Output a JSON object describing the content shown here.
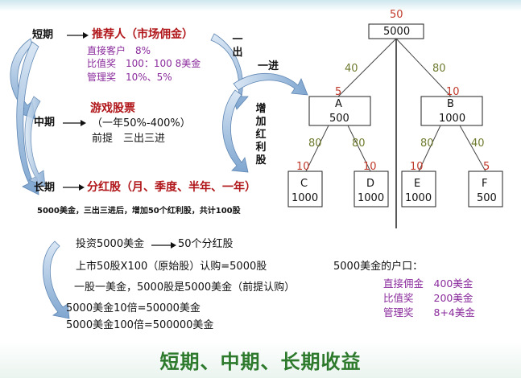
{
  "left": {
    "short_term": "短期",
    "referrer": "推荐人（市场佣金）",
    "direct_customer": "直接客户　8%",
    "ratio_bonus": "比值奖　100：100 8美金",
    "management_bonus": "管理奖　10%、5%",
    "mid_term": "中期",
    "game_stock": "游戏股票",
    "annual_range": "（一年50%-400%）",
    "premise": "前提　三出三进",
    "long_term": "长期",
    "dividend_stock": "分红股（月、季度、半年、一年）",
    "summary": "5000美金，三出三进后，增加50个红利股，共计100股"
  },
  "center": {
    "one_out": "一出",
    "one_in": "一进",
    "add_dividend": "增加红利股"
  },
  "tree": {
    "root_top": "50",
    "root_value": "5000",
    "edge_left_root": "40",
    "edge_right_root": "80",
    "a_top": "5",
    "b_top": "10",
    "a_name": "A",
    "a_value": "500",
    "b_name": "B",
    "b_value": "1000",
    "a_edge_left": "80",
    "a_edge_right": "80",
    "b_edge_left": "80",
    "b_edge_right": "40",
    "c_top": "10",
    "d_top": "10",
    "e_top": "10",
    "f_top": "5",
    "c_name": "C",
    "c_value": "1000",
    "d_name": "D",
    "d_value": "1000",
    "e_name": "E",
    "e_value": "1000",
    "f_name": "F",
    "f_value": "500"
  },
  "bottom": {
    "invest": "投资5000美金",
    "shares": "50个分红股",
    "listing": "上市50股X100（原始股）认购=5000股",
    "one_share": "一股一美金，5000股是5000美金（前提认购）",
    "ten_times": "5000美金10倍=50000美金",
    "hundred_times": "5000美金100倍=500000美金",
    "account_title": "5000美金的户口：",
    "acc_direct": "直接佣金　400美金",
    "acc_ratio": "比值奖　　200美金",
    "acc_management": "管理奖　　8+4美金"
  },
  "title": "短期、中期、长期收益",
  "colors": {
    "red": "#b0161a",
    "purple": "#8a2b9c",
    "green": "#2d7a2d",
    "arrow_fill": "#8fb0d4"
  }
}
